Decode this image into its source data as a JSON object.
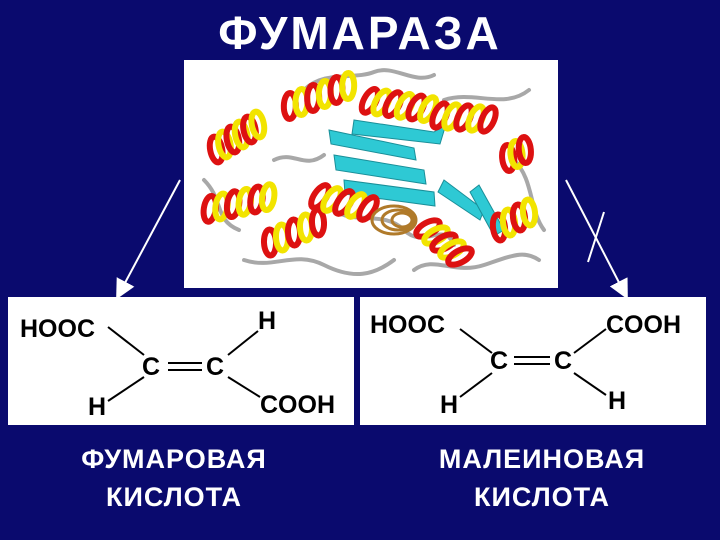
{
  "title": "ФУМАРАЗА",
  "fumarate": {
    "hooc": "HOOC",
    "h_top": "H",
    "c1": "C",
    "c2": "C",
    "h_bottom": "H",
    "cooh": "COOH",
    "name_line1": "ФУМАРОВАЯ",
    "name_line2": "КИСЛОТА"
  },
  "maleate": {
    "hooc": "HOOC",
    "cooh": "COOH",
    "c1": "C",
    "c2": "C",
    "h_left": "H",
    "h_right": "H",
    "name_line1": "МАЛЕИНОВАЯ",
    "name_line2": "КИСЛОТА"
  },
  "colors": {
    "background": "#0a0a6e",
    "helix_red": "#dd1111",
    "helix_yellow": "#f2e400",
    "sheet_cyan": "#2ec9d4",
    "coil_grey": "#a8a8a8"
  },
  "icons": [
    "protein-structure-image",
    "arrow-icon",
    "blocked-arrow-icon"
  ]
}
